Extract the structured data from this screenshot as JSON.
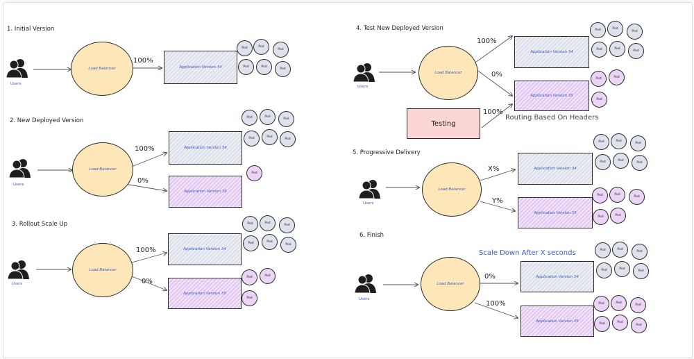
{
  "colors": {
    "load_balancer": "#fde6b8",
    "v34": "#dde2ec",
    "v35": "#ecd4f7",
    "testing": "#fbd4d4",
    "label_blue": "#3a56c8"
  },
  "labels": {
    "users": "Users",
    "load_balancer": "Load Balancer",
    "v34": "Application Version 34",
    "v35": "Application Version 35",
    "pod": "Pod",
    "testing": "Testing",
    "routing_note": "Routing Based On Headers",
    "scale_note": "Scale Down After X seconds"
  },
  "sections": [
    {
      "title": "1. Initial Version",
      "arrows": [
        "100%"
      ]
    },
    {
      "title": "2. New Deployed Version",
      "arrows": [
        "100%",
        "0%"
      ]
    },
    {
      "title": "3. Rollout Scale Up",
      "arrows": [
        "100%",
        "0%"
      ]
    },
    {
      "title": "4. Test New Deployed Version",
      "arrows": [
        "100%",
        "0%",
        "100%"
      ]
    },
    {
      "title": "5. Progressive Delivery",
      "arrows": [
        "X%",
        "Y%"
      ]
    },
    {
      "title": "6. Finish",
      "arrows": [
        "0%",
        "100%"
      ]
    }
  ]
}
